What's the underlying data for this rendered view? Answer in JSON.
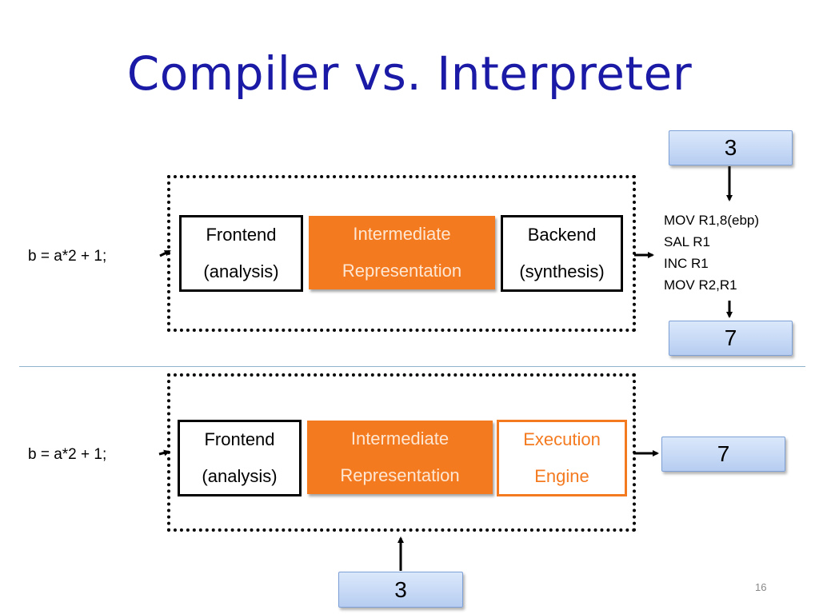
{
  "slide": {
    "title": "Compiler vs. Interpreter",
    "number": "16"
  },
  "compiler": {
    "input": "b = a*2 + 1;",
    "frontend": [
      "Frontend",
      "(analysis)"
    ],
    "ir": [
      "Intermediate",
      "Representation"
    ],
    "backend": [
      "Backend",
      "(synthesis)"
    ],
    "asm": [
      "MOV R1,8(ebp)",
      "SAL R1",
      "INC R1",
      "MOV R2,R1"
    ],
    "input_value": "3",
    "output_value": "7"
  },
  "interpreter": {
    "input": "b = a*2 + 1;",
    "frontend": [
      "Frontend",
      "(analysis)"
    ],
    "ir": [
      "Intermediate",
      "Representation"
    ],
    "engine": [
      "Execution",
      "Engine"
    ],
    "input_value": "3",
    "output_value": "7"
  },
  "colors": {
    "title": "#1a1aa6",
    "orange": "#f47a20",
    "value_box": "#c8daf5",
    "divider": "#8fb3cc"
  }
}
